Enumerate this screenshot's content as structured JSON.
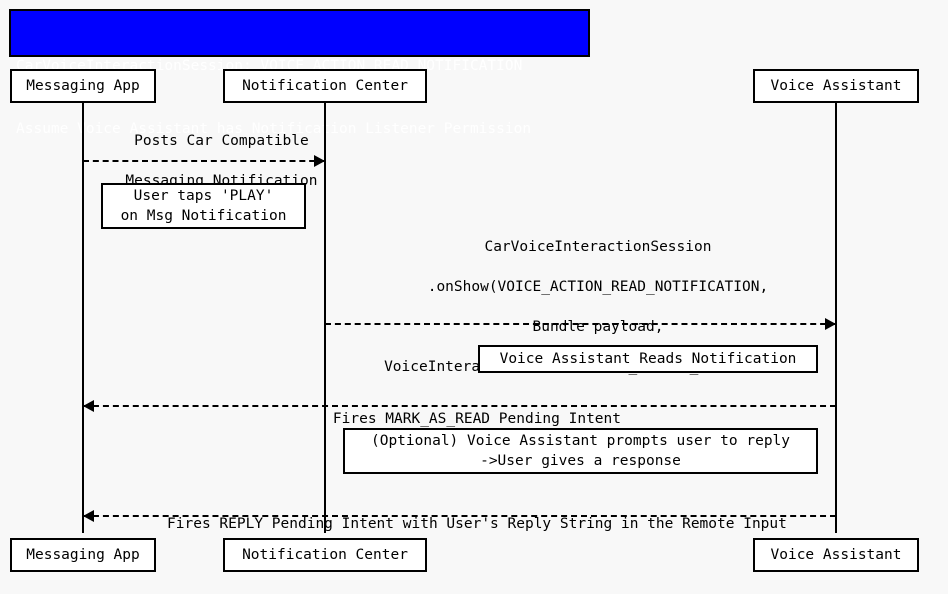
{
  "diagram": {
    "kind": "sequence-diagram",
    "background_color": "#f8f8f8",
    "line_color": "#000000",
    "title": {
      "background_color": "#0000ff",
      "text_color": "#ffffff",
      "line1": "CarVoiceInteractionSession: VOICE_ACTION_READ_NOTIFICATION",
      "line2": "Assume Voice Assistant has Notification Listener Permission"
    },
    "participants": [
      {
        "id": "messaging-app",
        "label": "Messaging App"
      },
      {
        "id": "notification-center",
        "label": "Notification Center"
      },
      {
        "id": "voice-assistant",
        "label": "Voice Assistant"
      }
    ],
    "messages": [
      {
        "id": "posts-notification",
        "from": "messaging-app",
        "to": "notification-center",
        "direction": "right",
        "style": "dashed",
        "label_line1": "Posts Car Compatible",
        "label_line2": "Messaging Notification"
      },
      {
        "id": "on-show",
        "from": "notification-center",
        "to": "voice-assistant",
        "direction": "right",
        "style": "dashed",
        "label_line1": "CarVoiceInteractionSession",
        "label_line2": ".onShow(VOICE_ACTION_READ_NOTIFICATION,",
        "label_line3": "Bundle payload,",
        "label_line4": "VoiceInteractionSession.SHOW_SOURCE_NOTIFICATION)"
      },
      {
        "id": "mark-as-read",
        "from": "voice-assistant",
        "to": "messaging-app",
        "direction": "left",
        "style": "dashed",
        "label_line1": "Fires MARK_AS_READ Pending Intent"
      },
      {
        "id": "reply-intent",
        "from": "voice-assistant",
        "to": "messaging-app",
        "direction": "left",
        "style": "dashed",
        "label_line1": "Fires REPLY Pending Intent with User's Reply String in the Remote Input"
      }
    ],
    "notes": [
      {
        "id": "user-taps-play",
        "line1": "User taps 'PLAY'",
        "line2": "on Msg Notification"
      },
      {
        "id": "assistant-reads",
        "line1": "Voice Assistant Reads Notification"
      },
      {
        "id": "optional-prompt",
        "line1": "(Optional) Voice Assistant prompts user to reply",
        "line2": "->User gives a response"
      }
    ]
  }
}
